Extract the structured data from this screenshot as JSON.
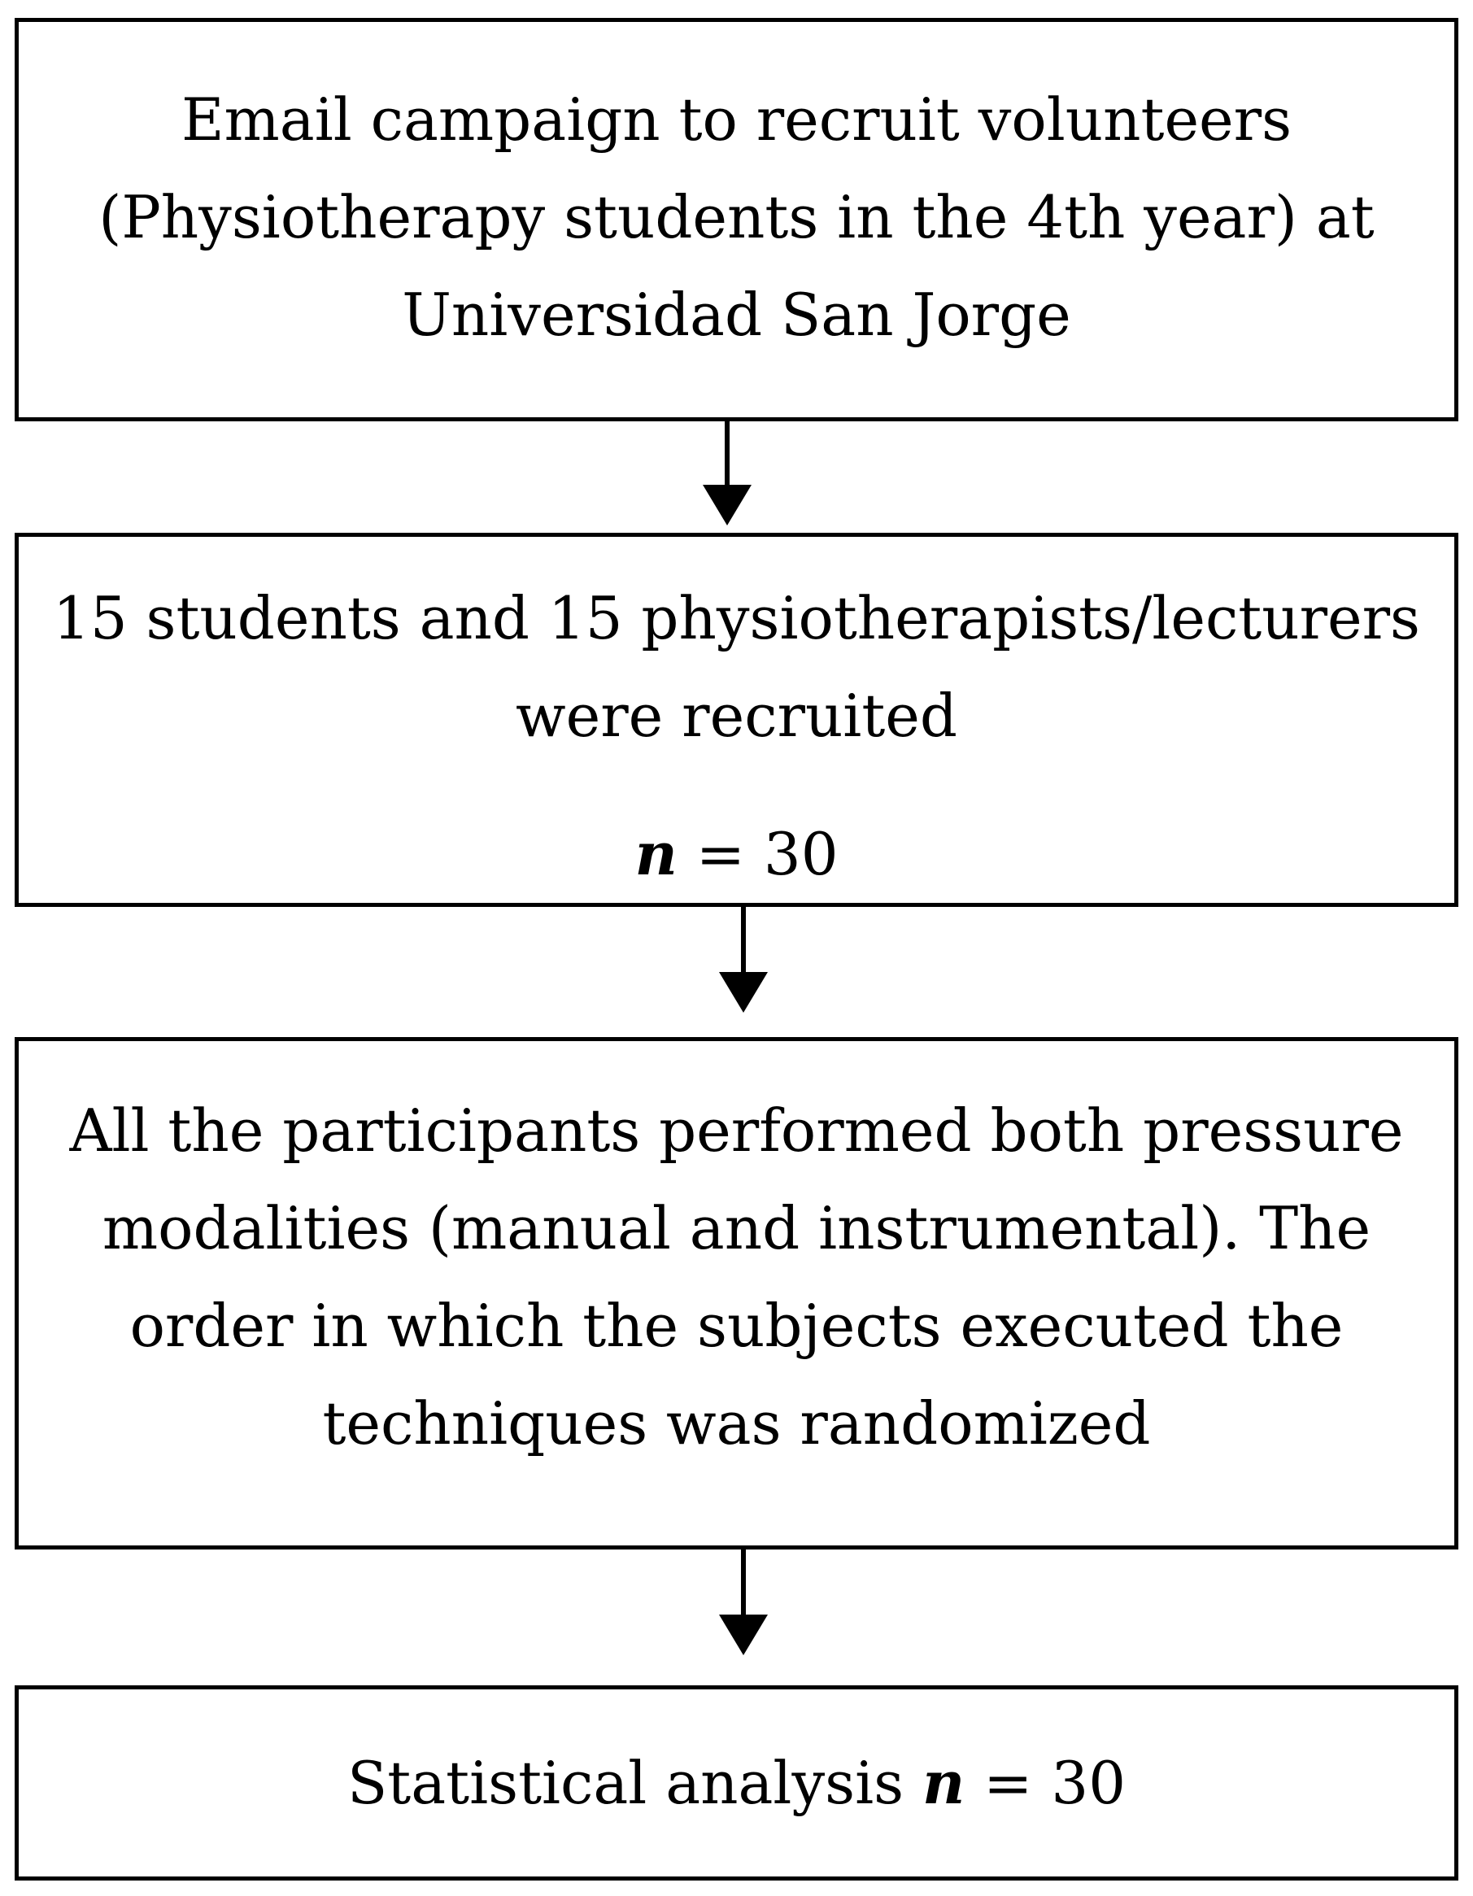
{
  "flowchart": {
    "steps": [
      {
        "lines": [
          "Email campaign to recruit volunteers",
          "(Physiotherapy students in the 4th year) at",
          "Universidad San Jorge"
        ]
      },
      {
        "lines": [
          "15 students and 15 physiotherapists/lecturers",
          "were recruited"
        ],
        "n_label": "n",
        "n_value": " = 30"
      },
      {
        "lines": [
          "All the participants performed both pressure",
          "modalities (manual and instrumental). The",
          "order in which the subjects executed the",
          "techniques was randomized"
        ]
      },
      {
        "text": "Statistical analysis ",
        "n_label": "n",
        "n_value": " = 30"
      }
    ]
  }
}
